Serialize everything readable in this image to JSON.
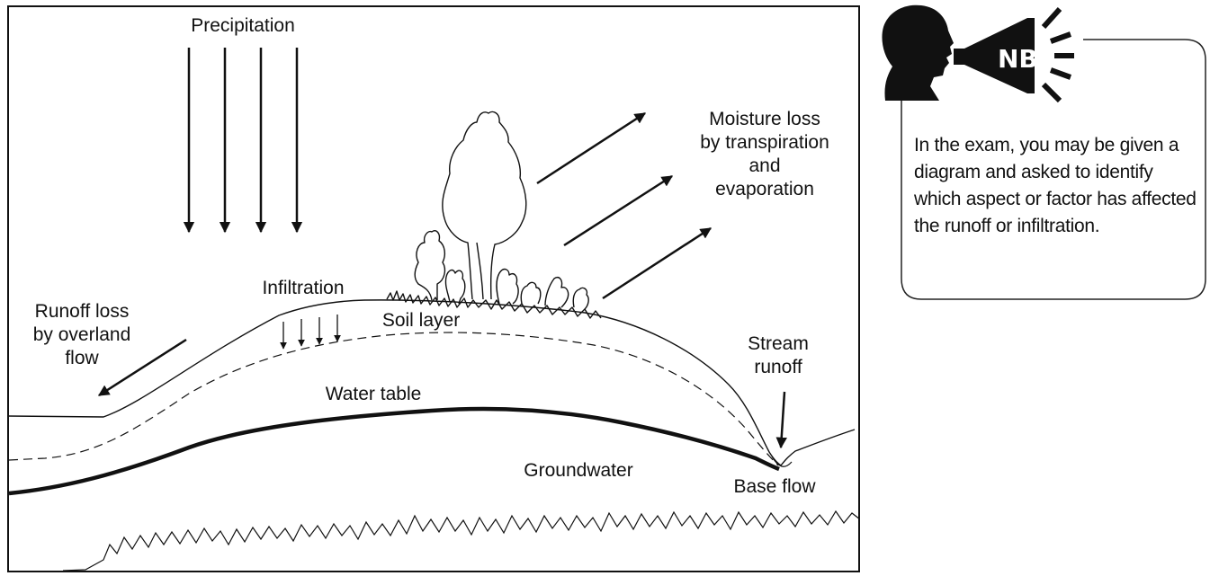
{
  "diagram": {
    "labels": {
      "precipitation": "Precipitation",
      "moisture_loss": [
        "Moisture loss",
        "by transpiration",
        "and",
        "evaporation"
      ],
      "infiltration": "Infiltration",
      "soil_layer": "Soil layer",
      "runoff_loss": [
        "Runoff loss",
        "by overland",
        "flow"
      ],
      "water_table": "Water table",
      "stream_runoff": [
        "Stream",
        "runoff"
      ],
      "groundwater": "Groundwater",
      "base_flow": "Base flow"
    }
  },
  "note": {
    "badge": "NB",
    "text": "In the exam, you may be given a diagram and asked to identify which aspect or factor has affected the runoff or infiltration."
  },
  "colors": {
    "ink": "#111111",
    "background": "#ffffff"
  }
}
